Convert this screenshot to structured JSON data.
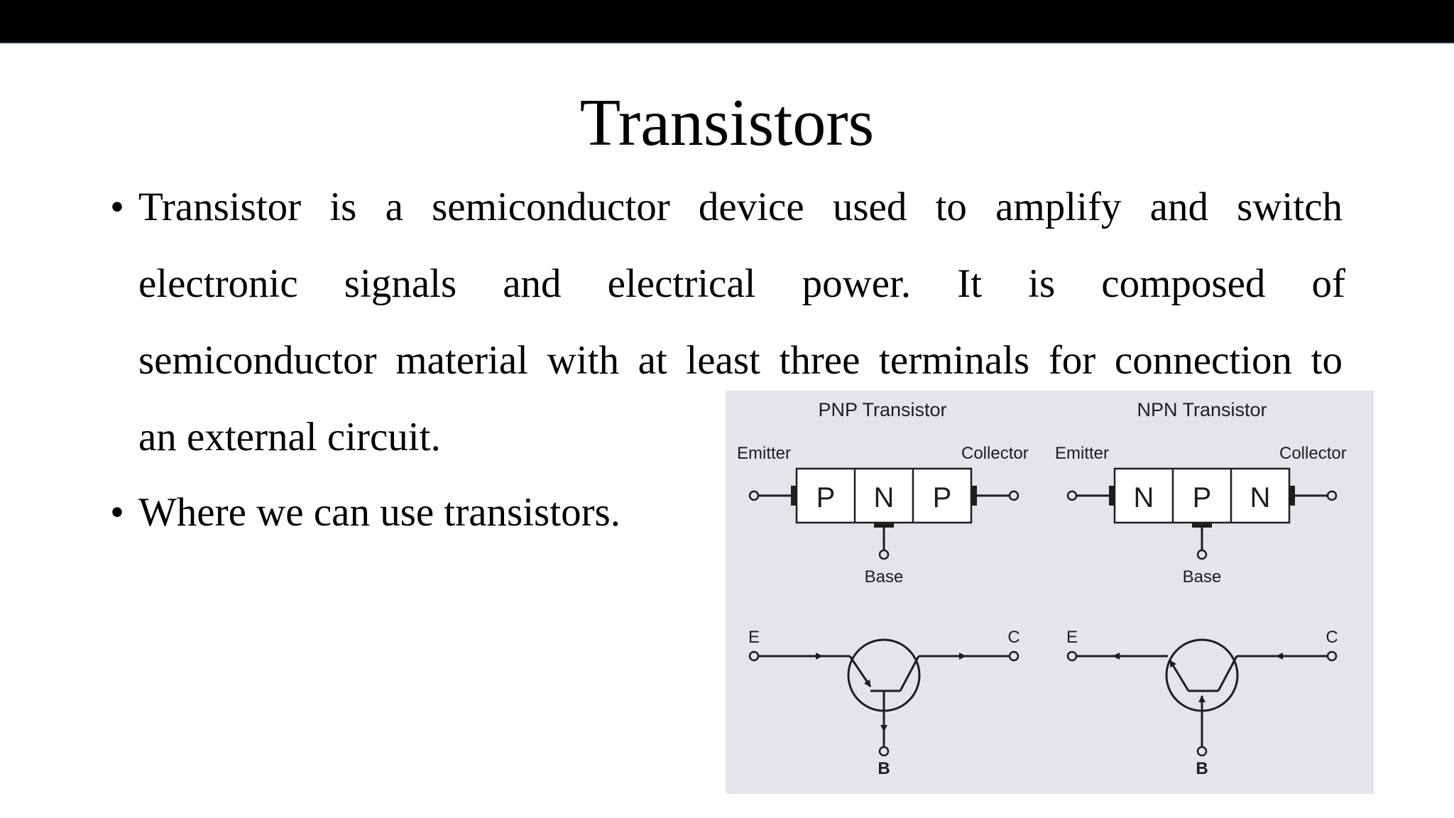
{
  "slide": {
    "title": "Transistors",
    "bullets": [
      {
        "lines": [
          "Transistor is a semiconductor device used to amplify and switch",
          "electronic signals and electrical power. It is composed of",
          "semiconductor material with at least three terminals for connection to",
          "an external circuit."
        ]
      },
      {
        "lines": [
          "Where we can use transistors."
        ]
      }
    ],
    "bullet_symbol": "•"
  },
  "diagram": {
    "pnp": {
      "heading": "PNP Transistor",
      "emitter": "Emitter",
      "collector": "Collector",
      "regions": [
        "P",
        "N",
        "P"
      ],
      "base": "Base",
      "symbol_e": "E",
      "symbol_c": "C",
      "symbol_b": "B"
    },
    "npn": {
      "heading": "NPN Transistor",
      "emitter": "Emitter",
      "collector": "Collector",
      "regions": [
        "N",
        "P",
        "N"
      ],
      "base": "Base",
      "symbol_e": "E",
      "symbol_c": "C",
      "symbol_b": "B"
    }
  },
  "colors": {
    "top_bar": "#000000",
    "panel_bg": "#e6e4ea",
    "text": "#000000"
  }
}
